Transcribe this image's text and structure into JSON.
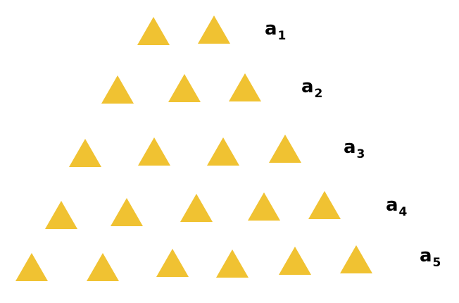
{
  "figure": {
    "triangle_color": "#F0C232",
    "triangle_icon": "triangle-icon",
    "rows": [
      {
        "label": "a",
        "index": "1",
        "count": 2
      },
      {
        "label": "a",
        "index": "2",
        "count": 3
      },
      {
        "label": "a",
        "index": "3",
        "count": 4
      },
      {
        "label": "a",
        "index": "4",
        "count": 5
      },
      {
        "label": "a",
        "index": "5",
        "count": 6
      }
    ]
  }
}
